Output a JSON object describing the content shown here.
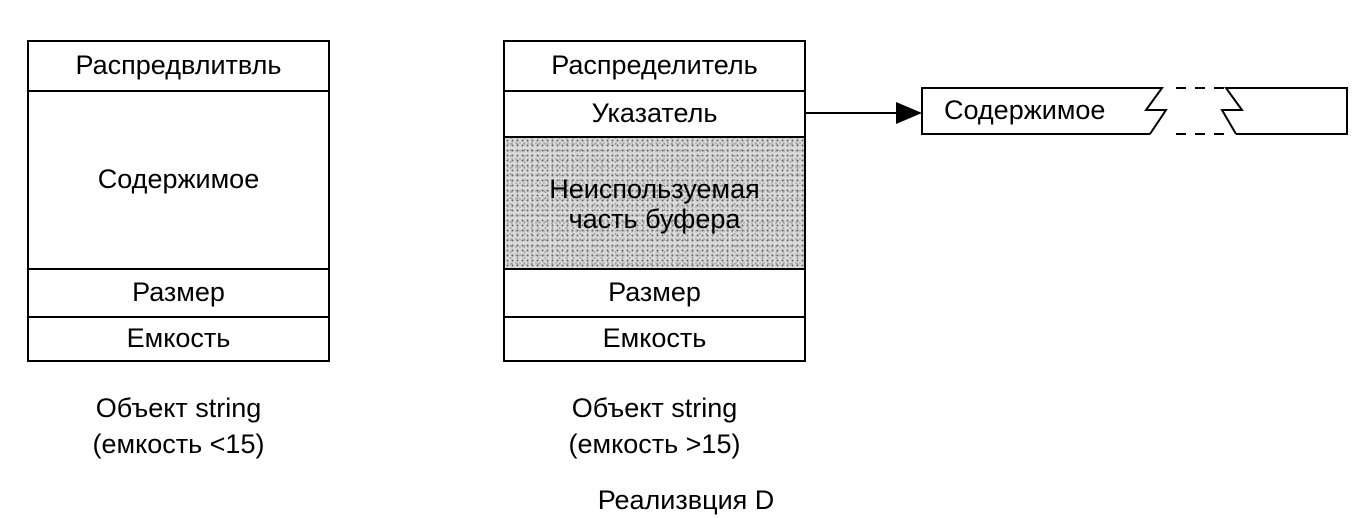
{
  "left_object": {
    "cells": [
      "Распредвлитвль",
      "Содержимое",
      "Размер",
      "Емкость"
    ],
    "caption_line1": "Объект string",
    "caption_line2": "(емкость <15)"
  },
  "right_object": {
    "cells": [
      "Распределитель",
      "Указатель",
      "Неиспользуемая часть буфера",
      "Размер",
      "Емкость"
    ],
    "caption_line1": "Объект string",
    "caption_line2": "(емкость >15)"
  },
  "heap_buffer": {
    "label": "Содержимое"
  },
  "footer": {
    "title": "Реализвция D"
  }
}
